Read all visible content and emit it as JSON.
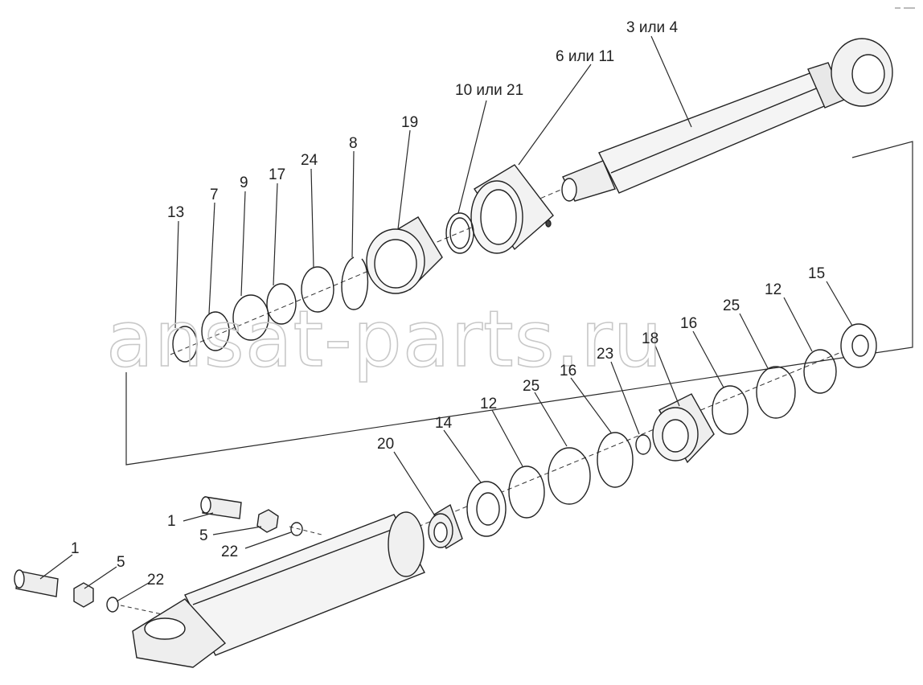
{
  "diagram": {
    "watermark": "ansat-parts.ru",
    "labels": {
      "l3_4": "3 или 4",
      "l6_11": "6 или 11",
      "l10_21": "10 или 21",
      "l19": "19",
      "l8": "8",
      "l24": "24",
      "l17": "17",
      "l9": "9",
      "l7": "7",
      "l13": "13",
      "l15": "15",
      "l12a": "12",
      "l25a": "25",
      "l16a": "16",
      "l18": "18",
      "l23": "23",
      "l16b": "16",
      "l25b": "25",
      "l12b": "12",
      "l14": "14",
      "l20": "20",
      "l1a": "1",
      "l5a": "5",
      "l22a": "22",
      "l1b": "1",
      "l5b": "5",
      "l22b": "22"
    }
  }
}
